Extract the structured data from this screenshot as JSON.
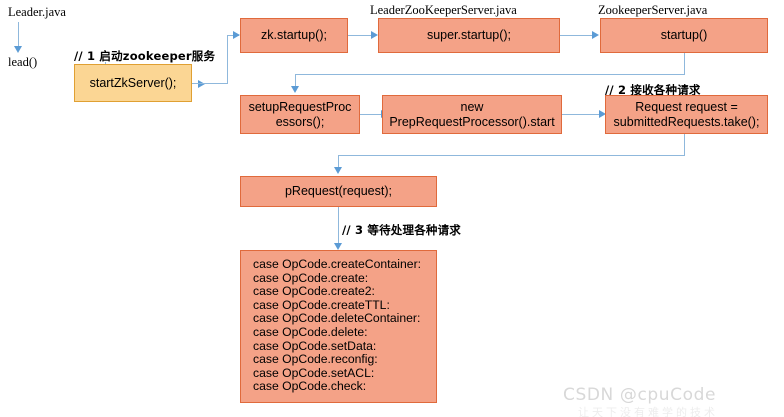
{
  "diagram": {
    "title_label": "Leader.java",
    "entry_method": "lead()",
    "class_labels": [
      {
        "text": "Leader.java"
      },
      {
        "text": "LeaderZooKeeperServer.java"
      },
      {
        "text": "ZookeeperServer.java"
      }
    ],
    "comments": [
      {
        "id": "comment-1",
        "text": "// 1 启动zookeeper服务"
      },
      {
        "id": "comment-2",
        "text": "// 2 接收各种请求"
      },
      {
        "id": "comment-3",
        "text": "// 3 等待处理各种请求"
      }
    ],
    "nodes": {
      "start_zk_server": "startZkServer();",
      "zk_startup": "zk.startup();",
      "super_startup": "super.startup();",
      "startup": "startup()",
      "setup_request_processors_line1": "setupRequestProc",
      "setup_request_processors_line2": "essors();",
      "new_prep_request_processor_line1": "new",
      "new_prep_request_processor_line2": "PrepRequestProcessor().start",
      "request_take_line1": "Request request =",
      "request_take_line2": "submittedRequests.take();",
      "p_request": "pRequest(request);"
    },
    "case_list": [
      "case OpCode.createContainer:",
      "case OpCode.create:",
      "case OpCode.create2:",
      "case OpCode.createTTL:",
      "case OpCode.deleteContainer:",
      "case OpCode.delete:",
      "case OpCode.setData:",
      "case OpCode.reconfig:",
      "case OpCode.setACL:",
      "case OpCode.check:"
    ],
    "colors": {
      "node_fill_orange": "#F4A287",
      "node_border_orange": "#E06A3C",
      "node_fill_yellow": "#FBD694",
      "node_border_yellow": "#E0A033",
      "connector": "#8FB8DC",
      "arrow_head": "#5B9BD5",
      "background": "#FFFFFF",
      "text": "#000000"
    }
  },
  "watermark": {
    "text": "CSDN @cpuCode",
    "subtext": "让天下没有难学的技术"
  }
}
